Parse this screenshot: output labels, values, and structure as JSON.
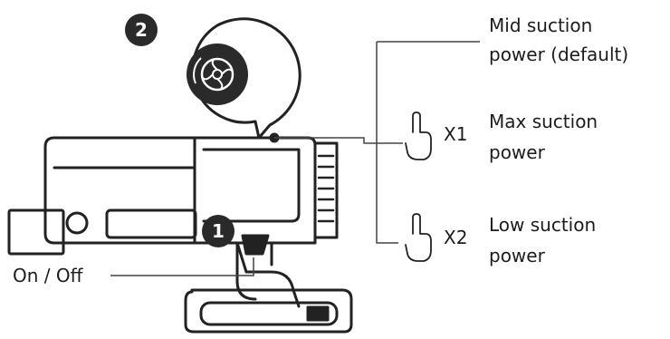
{
  "steps": {
    "step_1": "1",
    "step_2": "2"
  },
  "labels": {
    "on_off": "On / Off",
    "mid_line_1": "Mid suction",
    "mid_line_2": "power (default)",
    "max_line_1": "Max suction",
    "max_line_2": "power",
    "low_line_1": "Low suction",
    "low_line_2": "power"
  },
  "press_counts": {
    "max": "X1",
    "low": "X2"
  },
  "icons": {
    "power_button": "fan-power-icon",
    "tap": "finger-tap-icon"
  },
  "colors": {
    "stroke": "#222222",
    "badge": "#2a2a2a",
    "icon_bg": "#2a2a2a"
  }
}
